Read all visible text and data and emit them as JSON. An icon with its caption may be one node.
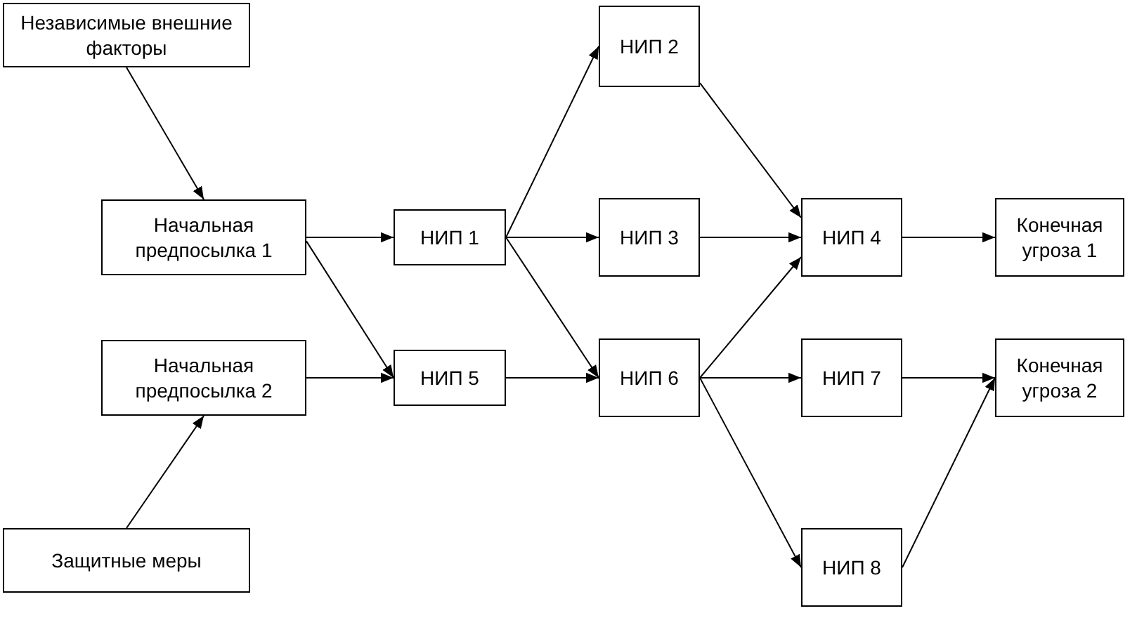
{
  "diagram": {
    "nodes": [
      {
        "text": [
          "Независимые внешние факторы"
        ]
      },
      {
        "text": [
          "Начальная предпосылка 1"
        ]
      },
      {
        "text": [
          "Начальная предпосылка 2"
        ]
      },
      {
        "text": [
          "Защитные меры"
        ]
      },
      {
        "text": [
          "НИП 1"
        ]
      },
      {
        "text": [
          "НИП 5"
        ]
      },
      {
        "text": [
          "НИП 2"
        ]
      },
      {
        "text": [
          "НИП 3"
        ]
      },
      {
        "text": [
          "НИП 6"
        ]
      },
      {
        "text": [
          "НИП 4"
        ]
      },
      {
        "text": [
          "НИП 7"
        ]
      },
      {
        "text": [
          "НИП 8"
        ]
      },
      {
        "text": [
          "Конечная угроза 1"
        ]
      },
      {
        "text": [
          "Конечная угроза 2"
        ]
      }
    ],
    "edges": [
      {
        "from": 0,
        "to": 1,
        "arrow": "to"
      },
      {
        "from": 3,
        "to": 2,
        "arrow": "to"
      },
      {
        "from": 1,
        "to": 4,
        "arrow": "to"
      },
      {
        "from": 1,
        "to": 5,
        "arrow": "to"
      },
      {
        "from": 4,
        "to": 6,
        "arrow": "to"
      },
      {
        "from": 4,
        "to": 7,
        "arrow": "to"
      },
      {
        "from": 4,
        "to": 8,
        "arrow": "to"
      },
      {
        "from": 2,
        "to": 5,
        "arrow": "to"
      },
      {
        "from": 5,
        "to": 8,
        "arrow": "to"
      },
      {
        "from": 6,
        "to": 9,
        "arrow": "to"
      },
      {
        "from": 7,
        "to": 9,
        "arrow": "to"
      },
      {
        "from": 8,
        "to": 9,
        "arrow": "to"
      },
      {
        "from": 8,
        "to": 10,
        "arrow": "to"
      },
      {
        "from": 8,
        "to": 11,
        "arrow": "to"
      },
      {
        "from": 9,
        "to": 12,
        "arrow": "to"
      },
      {
        "from": 10,
        "to": 13,
        "arrow": "to"
      },
      {
        "from": 11,
        "to": 13,
        "arrow": "to"
      }
    ]
  }
}
